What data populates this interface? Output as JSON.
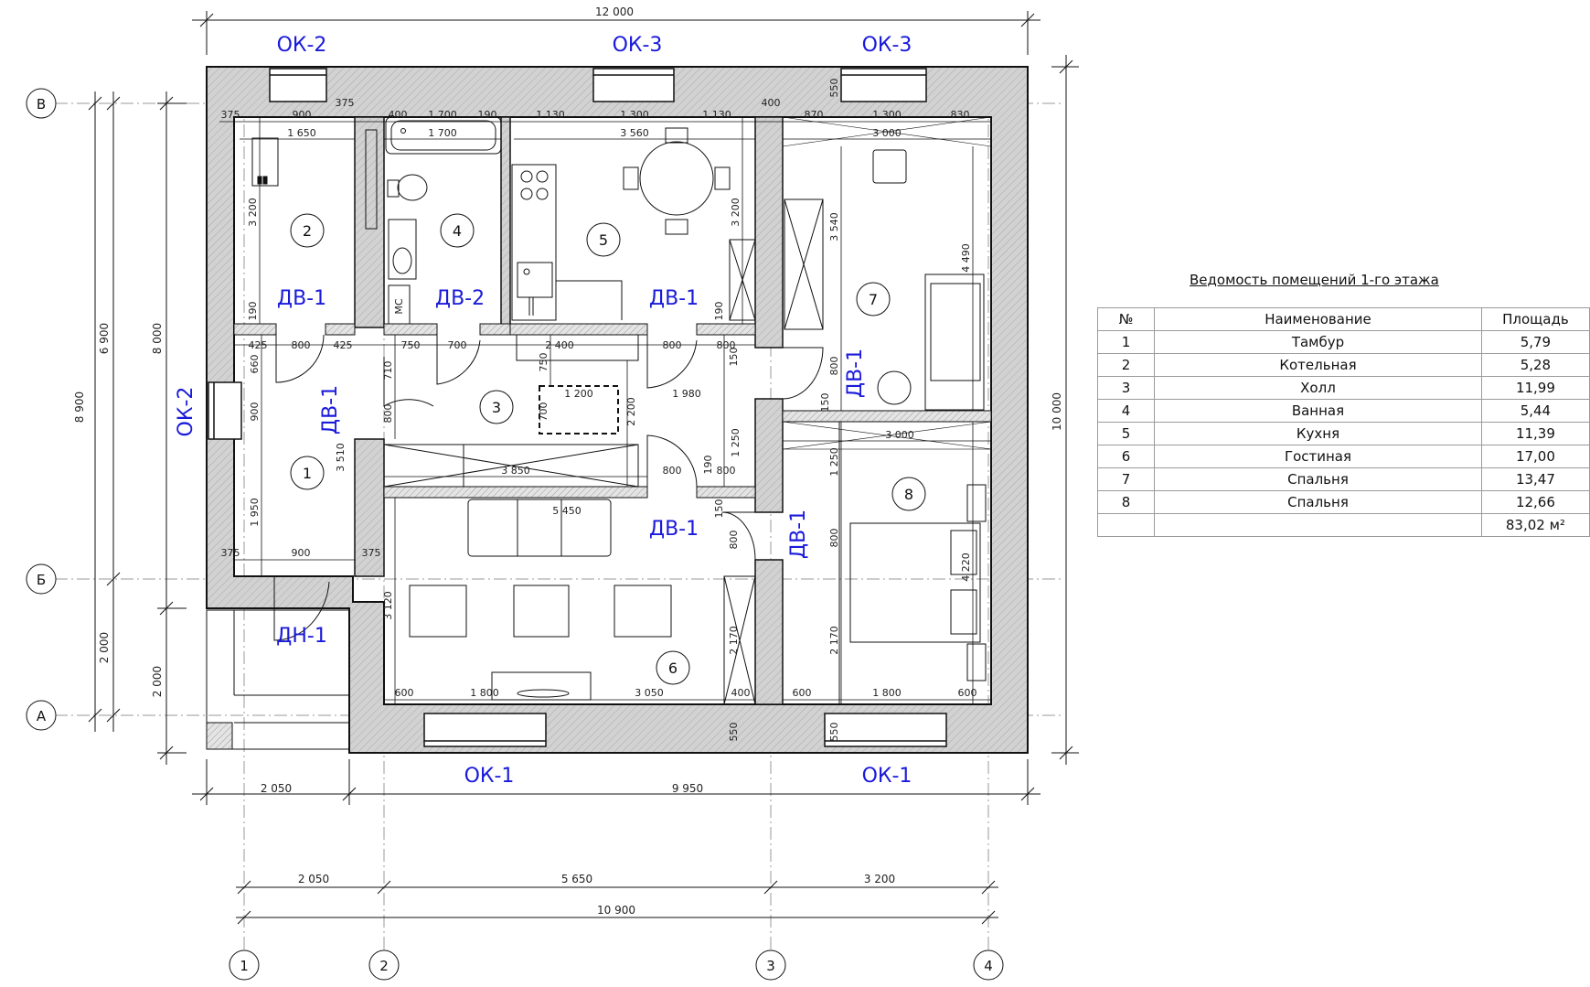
{
  "drawing": {
    "overall_top": "12 000",
    "overall_right": "10 000",
    "left_dims": [
      "8 900",
      "8 000",
      "6 900",
      "2 000",
      "2 000"
    ],
    "bottom_row1": [
      "2 050",
      "9 950"
    ],
    "bottom_row2": [
      "2 050",
      "5 650",
      "3 200"
    ],
    "bottom_total": "10 900",
    "axes_rows": [
      "В",
      "Б",
      "А"
    ],
    "axes_cols": [
      "1",
      "2",
      "3",
      "4"
    ],
    "windows": {
      "ok1a": "ОК-1",
      "ok1b": "ОК-1",
      "ok2_top": "ОК-2",
      "ok2_left": "ОК-2",
      "ok3a": "ОК-3",
      "ok3b": "ОК-3"
    },
    "doors": {
      "dv1_r2": "ДВ-1",
      "dv2_r4": "ДВ-2",
      "dv1_r5": "ДВ-1",
      "dv1_r1": "ДВ-1",
      "dv1_r7": "ДВ-1",
      "dv1_r6": "ДВ-1",
      "dv1_r8": "ДВ-1",
      "dn1": "ДН-1"
    },
    "room_numbers": [
      "1",
      "2",
      "3",
      "4",
      "5",
      "6",
      "7",
      "8"
    ],
    "inner_dims": {
      "r2_top": [
        "375",
        "900",
        "375"
      ],
      "r2_w": "1 650",
      "r2_h": "3 200",
      "r2_190": "190",
      "r4_top": [
        "400",
        "1 700",
        "190"
      ],
      "r4_w": "1 700",
      "r5_top": [
        "1 130",
        "1 300",
        "1 130"
      ],
      "r5_w": "3 560",
      "r5_h": "3 200",
      "r5_400": "400",
      "r7_top": [
        "870",
        "1 300",
        "830"
      ],
      "r7_w": "3 000",
      "r7_h1": "3 540",
      "r7_h2": "4 490",
      "r7_550": "550",
      "hall_row1": [
        "425",
        "800",
        "425",
        "750",
        "700",
        "2 400",
        "800",
        "800"
      ],
      "r1": [
        "660",
        "900",
        "1 950",
        "3 510"
      ],
      "r1_bot": [
        "375",
        "900",
        "375"
      ],
      "hall_v": [
        "710",
        "800",
        "750",
        "700",
        "1 200",
        "2 200",
        "1 980"
      ],
      "hall_row2": [
        "3 850",
        "800",
        "190",
        "800",
        "1 250"
      ],
      "r6_w": "5 450",
      "r6_h": "3 120",
      "r6_bot": [
        "600",
        "1 800",
        "3 050",
        "400"
      ],
      "r6_2170": "2 170",
      "r6_550": "550",
      "r6_800": "800",
      "r8": [
        "3 000",
        "1 250",
        "800",
        "4 220",
        "2 170",
        "800"
      ],
      "r8_bot": [
        "600",
        "1 800",
        "600"
      ],
      "r8_550": "550",
      "misc": [
        "150",
        "150",
        "150",
        "190",
        "МС"
      ]
    }
  },
  "schedule": {
    "title": "Ведомость помещений 1-го этажа",
    "headers": [
      "№",
      "Наименование",
      "Площадь"
    ],
    "rows": [
      {
        "n": "1",
        "name": "Тамбур",
        "area": "5,79"
      },
      {
        "n": "2",
        "name": "Котельная",
        "area": "5,28"
      },
      {
        "n": "3",
        "name": "Холл",
        "area": "11,99"
      },
      {
        "n": "4",
        "name": "Ванная",
        "area": "5,44"
      },
      {
        "n": "5",
        "name": "Кухня",
        "area": "11,39"
      },
      {
        "n": "6",
        "name": "Гостиная",
        "area": "17,00"
      },
      {
        "n": "7",
        "name": "Спальня",
        "area": "13,47"
      },
      {
        "n": "8",
        "name": "Спальня",
        "area": "12,66"
      }
    ],
    "total": "83,02 м²"
  },
  "colors": {
    "wall_fill": "#cfcfcf",
    "label_blue": "#1a1adb",
    "line": "#111111"
  }
}
